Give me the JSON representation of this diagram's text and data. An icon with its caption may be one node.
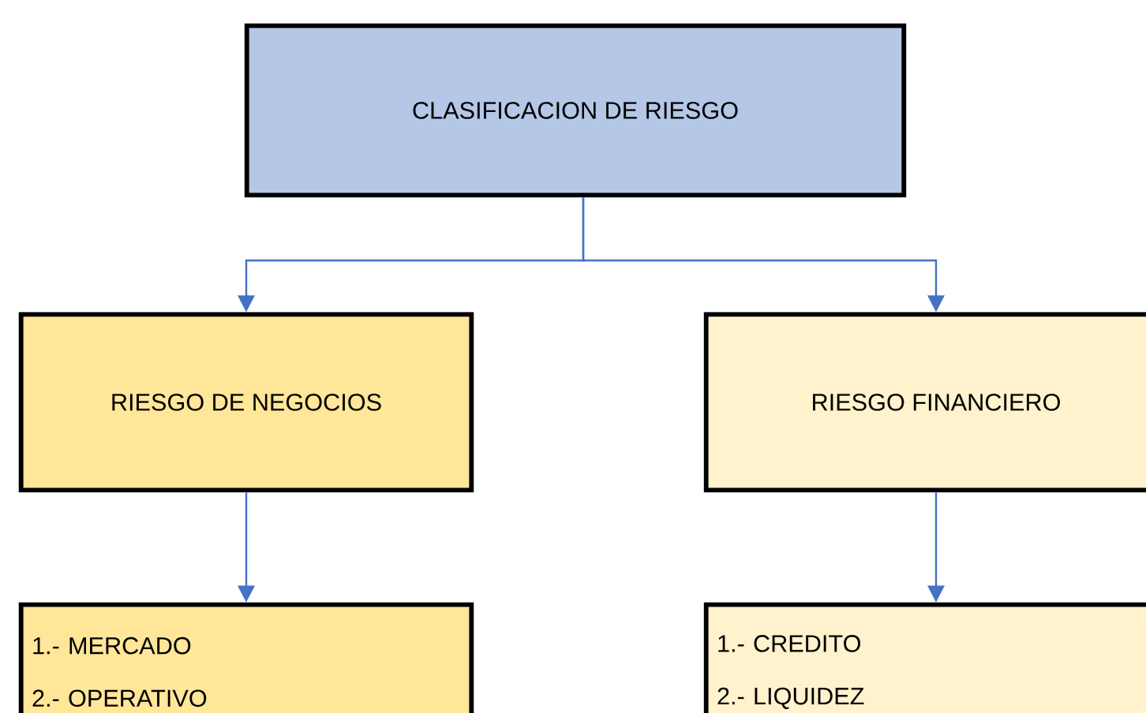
{
  "diagram": {
    "nodes": [
      {
        "text": [
          "CLASIFICACION DE RIESGO"
        ]
      },
      {
        "text": [
          "RIESGO DE NEGOCIOS"
        ]
      },
      {
        "text": [
          "RIESGO FINANCIERO"
        ]
      },
      {
        "text": [
          "1.- MERCADO",
          "2.- OPERATIVO"
        ]
      },
      {
        "text": [
          "1.- CREDITO",
          "2.- LIQUIDEZ"
        ]
      }
    ],
    "edges": [
      {
        "from": 0,
        "to": 1,
        "arrow": "to"
      },
      {
        "from": 0,
        "to": 2,
        "arrow": "to"
      },
      {
        "from": 1,
        "to": 3,
        "arrow": "to"
      },
      {
        "from": 2,
        "to": 4,
        "arrow": "to"
      }
    ]
  }
}
